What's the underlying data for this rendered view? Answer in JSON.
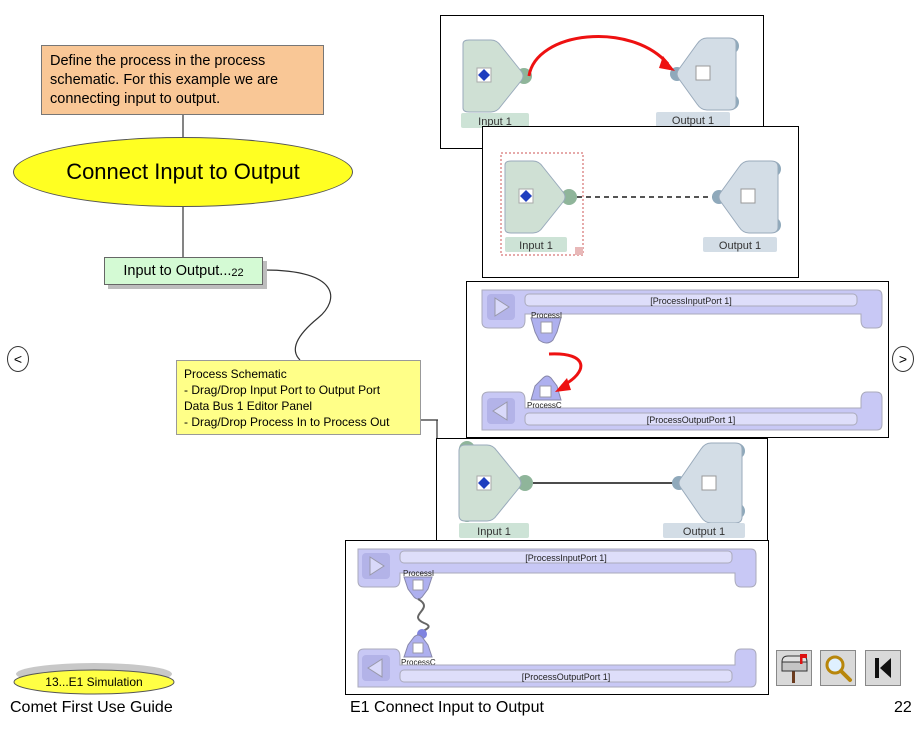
{
  "steps": {
    "define_text": "Define the process in the process schematic.  For this example we are connecting input to output.",
    "main_title": "Connect Input to Output",
    "subtopic_label": "Input to Output...",
    "subtopic_number": "22",
    "note_lines": [
      "Process Schematic",
      "- Drag/Drop Input Port to Output Port",
      "Data Bus 1 Editor Panel",
      "- Drag/Drop Process In to Process Out"
    ]
  },
  "nav": {
    "prev_label": "<",
    "next_label": ">",
    "sim_link": "13...E1 Simulation"
  },
  "footer": {
    "left": "Comet First Use Guide",
    "center": "E1 Connect Input to Output",
    "page_number": "22"
  },
  "schematic": {
    "input_label": "Input 1",
    "output_label": "Output 1",
    "process_input_port": "[ProcessInputPort 1]",
    "process_output_port": "[ProcessOutputPort 1]",
    "process_in_label": "ProcessI",
    "process_out_label": "ProcessC"
  },
  "toolbar_icons": [
    "mailbox-icon",
    "magnifier-icon",
    "first-page-icon"
  ],
  "colors": {
    "orange_box": "#f9c796",
    "ellipse": "#ffff22",
    "green_box": "#d4fad4",
    "note": "#ffff88",
    "arrow": "#ee1111",
    "bus": "#c8c8f5"
  }
}
